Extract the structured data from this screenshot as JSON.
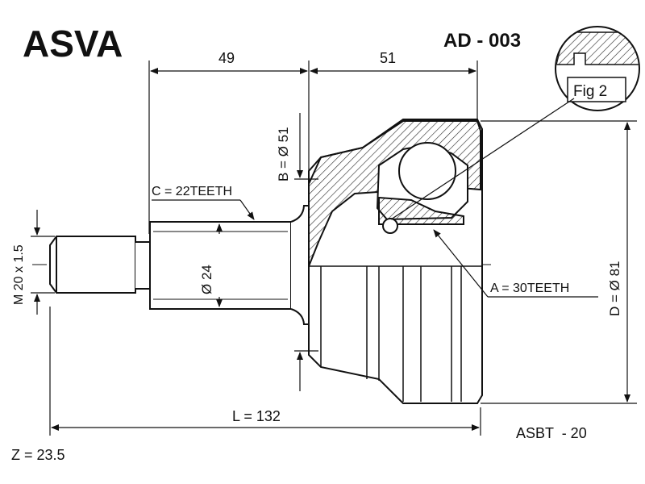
{
  "header": {
    "brand": "ASVA",
    "part_number": "AD - 003"
  },
  "detail": {
    "label": "Fig 2"
  },
  "dimensions": {
    "top_left": "49",
    "top_right": "51",
    "bore_diameter": "B = Ø 51",
    "shaft_spline": "C = 22TEETH",
    "thread": "M 20 x 1.5",
    "shaft_diameter": "Ø 24",
    "inner_spline": "A = 30TEETH",
    "outer_diameter": "D = Ø 81",
    "overall_length": "L = 132"
  },
  "footer": {
    "boot_code": "ASBT  - 20",
    "z_value": "Z = 23.5"
  }
}
